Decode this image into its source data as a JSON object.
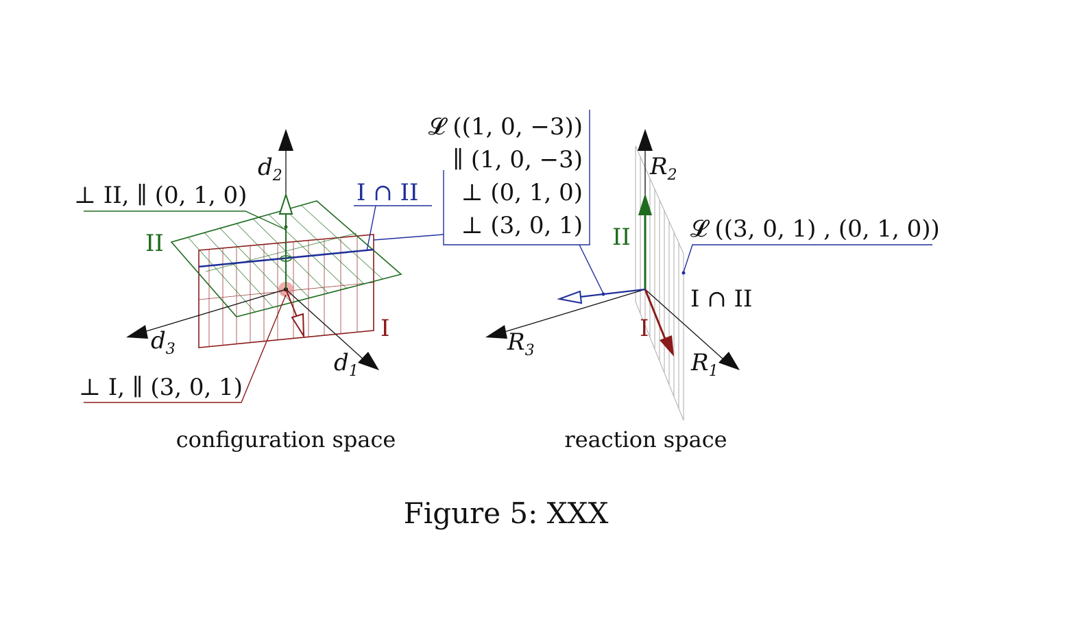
{
  "labels": {
    "d2": "d",
    "d2_sub": "2",
    "d3": "d",
    "d3_sub": "3",
    "d1": "d",
    "d1_sub": "1",
    "plane_II": "II",
    "plane_I": "I",
    "perp_II": "⊥ II, ∥ (0, 1, 0)",
    "perp_I": "⊥ I, ∥ (3, 0, 1)",
    "intersection_left": "I ∩ II",
    "box_line1": "𝓛 ((1, 0, −3))",
    "box_line2": "∥ (1, 0, −3)",
    "box_line3": "⊥ (0, 1, 0)",
    "box_line4": "⊥ (3, 0, 1)",
    "R2": "R",
    "R2_sub": "2",
    "R3": "R",
    "R3_sub": "3",
    "R1": "R",
    "R1_sub": "1",
    "II_right": "II",
    "I_right": "I",
    "span_label": "𝓛 ((3, 0, 1) , (0, 1, 0))",
    "intersection_right": "I ∩ II",
    "config_caption": "configuration space",
    "reaction_caption": "reaction space",
    "figure_caption": "Figure 5:  XXX"
  },
  "colors": {
    "green": "#1e6b1e",
    "red": "#8b1a1a",
    "blue": "#1f2f9a",
    "black": "#111111",
    "gray": "#b8b8b8"
  }
}
